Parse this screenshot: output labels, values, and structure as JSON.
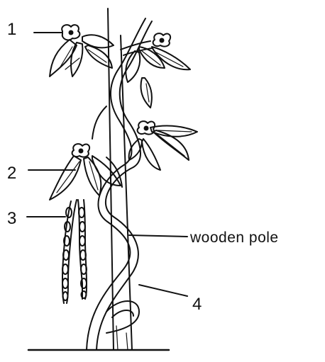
{
  "labels": {
    "flower": "1",
    "leaf": "2",
    "pod": "3",
    "stem": "4",
    "pole": "wooden pole"
  },
  "colors": {
    "ink": "#111111",
    "background": "#ffffff"
  }
}
